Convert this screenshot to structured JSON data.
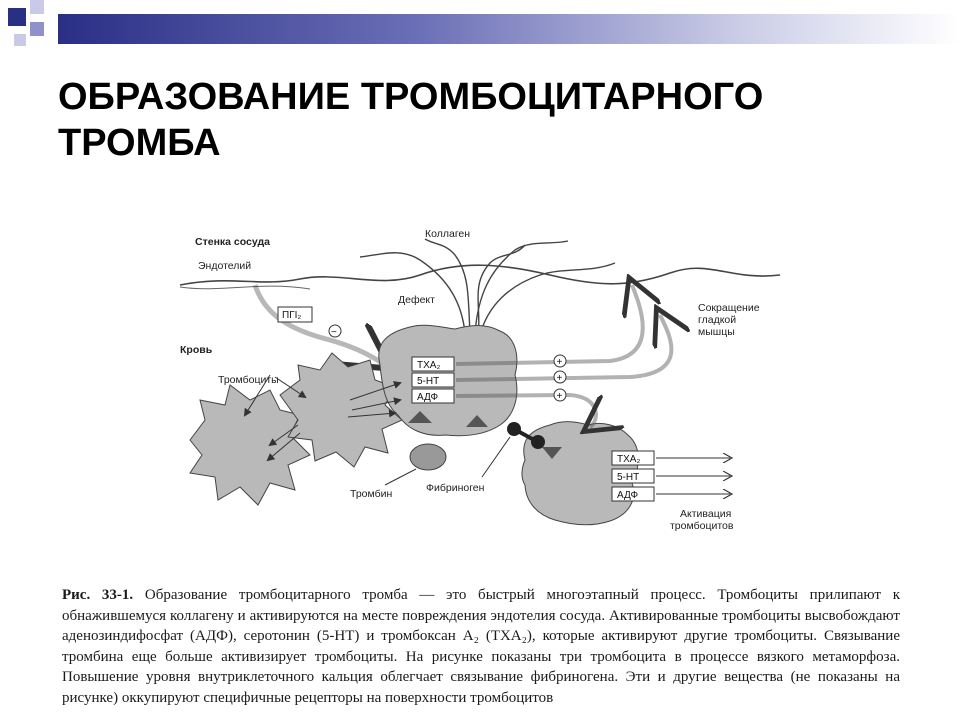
{
  "title": "ОБРАЗОВАНИЕ ТРОМБОЦИТАРНОГО ТРОМБА",
  "colors": {
    "accent_dark": "#2a2f86",
    "accent_light": "#8e92c8",
    "platelet_fill": "#b9b9b9"
  },
  "diagram": {
    "vessel_wall": "Стенка сосуда",
    "endothelium": "Эндотелий",
    "collagen": "Коллаген",
    "defect": "Дефект",
    "pgi2": "ПГI₂",
    "blood": "Кровь",
    "platelets": "Тромбоциты",
    "smooth_muscle": [
      "Сокращение",
      "гладкой",
      "мышцы"
    ],
    "txa2": "TXA₂",
    "serotonin": "5-HT",
    "adp": "АДФ",
    "thrombin": "Тромбин",
    "fibrinogen": "Фибриноген",
    "activation": [
      "Активация",
      "тромбоцитов"
    ],
    "plus": "+",
    "minus": "−"
  },
  "caption": {
    "lead": "Рис. 33-1.",
    "text": "Образование тромбоцитарного тромба — это быстрый многоэтапный процесс. Тромбоциты прилипают к обнажившемуся коллагену и активируются на месте повреждения эндотелия сосуда. Активированные тромбоциты высвобождают аденозиндифосфат (АДФ), серотонин (5-НТ) и тромбоксан A₂ (ТХА₂), которые активируют другие тромбоциты. Связывание тромбина еще больше активизирует тромбоциты. На рисунке показаны три тромбоцита в процессе вязкого метаморфоза. Повышение уровня внутриклеточного кальция облегчает связывание фибриногена. Эти и другие вещества (не показаны на рисунке) оккупируют специфичные рецепторы на поверхности тромбоцитов"
  }
}
